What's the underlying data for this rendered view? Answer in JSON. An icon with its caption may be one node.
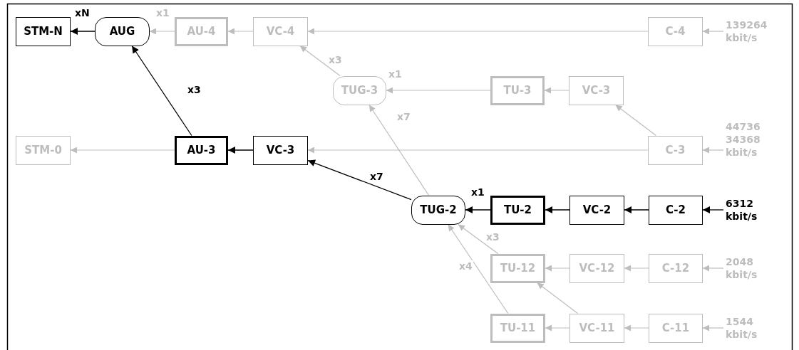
{
  "diagram": {
    "nodes": [
      {
        "text": [
          "STM-N"
        ]
      },
      {
        "text": [
          "AUG"
        ]
      },
      {
        "text": [
          "AU-4"
        ]
      },
      {
        "text": [
          "VC-4"
        ]
      },
      {
        "text": [
          "C-4"
        ]
      },
      {
        "text": [
          "139264 kbit/s"
        ]
      },
      {
        "text": [
          "TUG-3"
        ]
      },
      {
        "text": [
          "TU-3"
        ]
      },
      {
        "text": [
          "VC-3"
        ]
      },
      {
        "text": [
          "STM-0"
        ]
      },
      {
        "text": [
          "AU-3"
        ]
      },
      {
        "text": [
          "VC-3"
        ]
      },
      {
        "text": [
          "C-3"
        ]
      },
      {
        "text": [
          "44736 34368 kbit/s"
        ]
      },
      {
        "text": [
          "TUG-2"
        ]
      },
      {
        "text": [
          "TU-2"
        ]
      },
      {
        "text": [
          "VC-2"
        ]
      },
      {
        "text": [
          "C-2"
        ]
      },
      {
        "text": [
          "6312 kbit/s"
        ]
      },
      {
        "text": [
          "TU-12"
        ]
      },
      {
        "text": [
          "VC-12"
        ]
      },
      {
        "text": [
          "C-12"
        ]
      },
      {
        "text": [
          "2048 kbit/s"
        ]
      },
      {
        "text": [
          "TU-11"
        ]
      },
      {
        "text": [
          "VC-11"
        ]
      },
      {
        "text": [
          "C-11"
        ]
      },
      {
        "text": [
          "1544 kbit/s"
        ]
      }
    ],
    "edges": [
      {
        "from": 1,
        "to": 0,
        "arrow": "to",
        "label": "xN",
        "color": "#000000"
      },
      {
        "from": 2,
        "to": 1,
        "arrow": "to",
        "label": "x1"
      },
      {
        "from": 3,
        "to": 2,
        "arrow": "to"
      },
      {
        "from": 4,
        "to": 3,
        "arrow": "to"
      },
      {
        "from": 5,
        "to": 4,
        "arrow": "to"
      },
      {
        "from": 6,
        "to": 3,
        "arrow": "to",
        "label": "x3"
      },
      {
        "from": 7,
        "to": 6,
        "arrow": "to",
        "label": "x1"
      },
      {
        "from": 8,
        "to": 7,
        "arrow": "to"
      },
      {
        "from": 12,
        "to": 8,
        "arrow": "to"
      },
      {
        "from": 14,
        "to": 6,
        "arrow": "to",
        "label": "x7"
      },
      {
        "from": 10,
        "to": 9,
        "arrow": "to"
      },
      {
        "from": 10,
        "to": 1,
        "arrow": "to",
        "label": "x3",
        "color": "#000000"
      },
      {
        "from": 11,
        "to": 10,
        "arrow": "to",
        "color": "#000000"
      },
      {
        "from": 12,
        "to": 11,
        "arrow": "to"
      },
      {
        "from": 13,
        "to": 12,
        "arrow": "to"
      },
      {
        "from": 14,
        "to": 11,
        "arrow": "to",
        "label": "x7",
        "color": "#000000"
      },
      {
        "from": 15,
        "to": 14,
        "arrow": "to",
        "label": "x1",
        "color": "#000000"
      },
      {
        "from": 16,
        "to": 15,
        "arrow": "to",
        "color": "#000000"
      },
      {
        "from": 17,
        "to": 16,
        "arrow": "to",
        "color": "#000000"
      },
      {
        "from": 18,
        "to": 17,
        "arrow": "to",
        "color": "#000000"
      },
      {
        "from": 19,
        "to": 14,
        "arrow": "to",
        "label": "x3"
      },
      {
        "from": 23,
        "to": 14,
        "arrow": "to",
        "label": "x4"
      },
      {
        "from": 20,
        "to": 19,
        "arrow": "to"
      },
      {
        "from": 21,
        "to": 20,
        "arrow": "to"
      },
      {
        "from": 22,
        "to": 21,
        "arrow": "to"
      },
      {
        "from": 24,
        "to": 19,
        "arrow": "to"
      },
      {
        "from": 24,
        "to": 23,
        "arrow": "to"
      },
      {
        "from": 25,
        "to": 24,
        "arrow": "to"
      },
      {
        "from": 26,
        "to": 25,
        "arrow": "to"
      }
    ]
  }
}
